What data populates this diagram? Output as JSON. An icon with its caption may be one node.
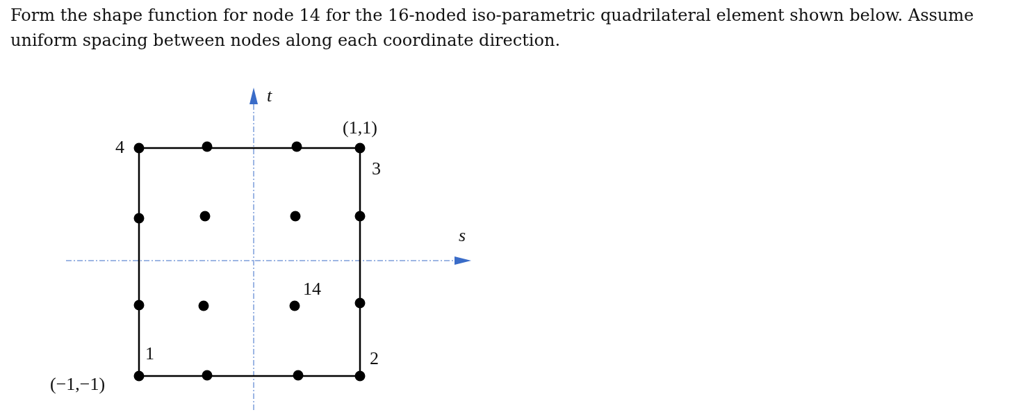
{
  "diagram": {
    "title": "Form the shape function for node 14 for the 16-noded iso-parametric quadrilateral element shown below. Assume uniform spacing between nodes along each coordinate direction.",
    "labels": [
      "t",
      "(1,1)",
      "4",
      "3",
      "s",
      "14",
      "1",
      "2",
      "(−1,−1)"
    ]
  }
}
